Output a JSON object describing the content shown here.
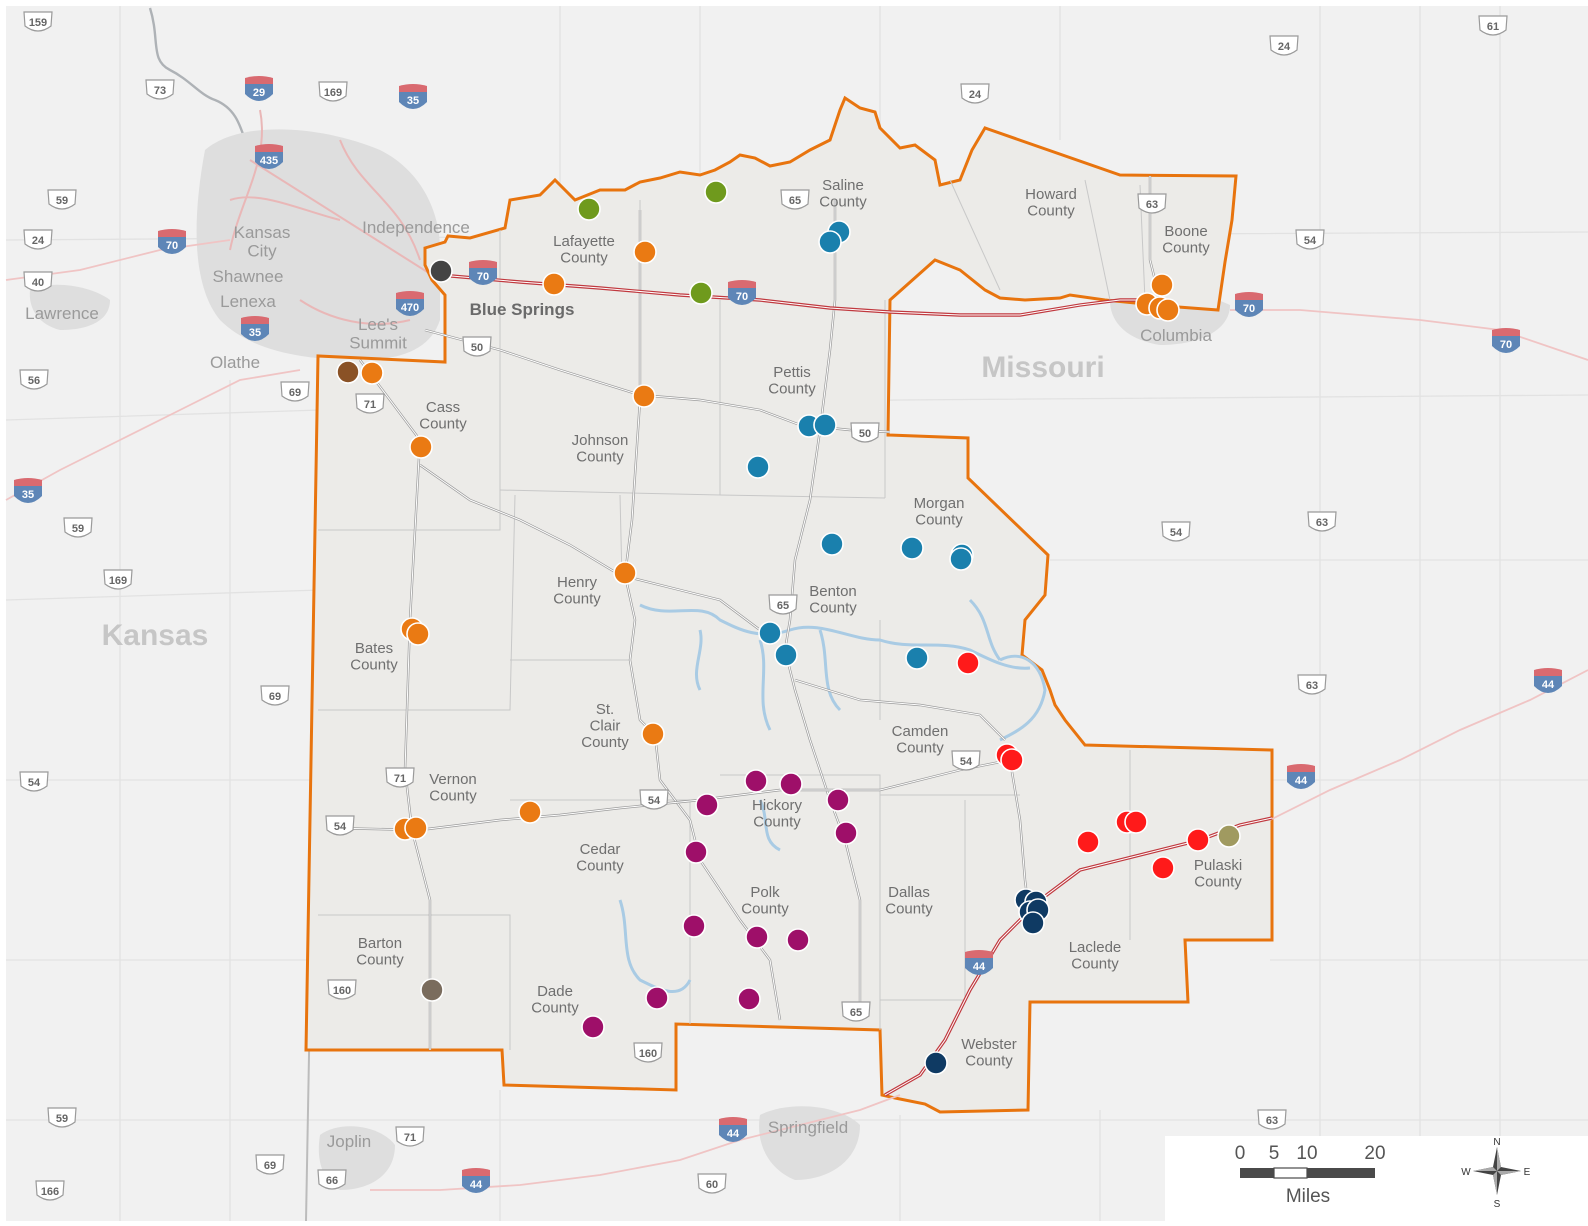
{
  "colors": {
    "background": "#f1f1f1",
    "region_fill": "#ececea",
    "region_outline": "#e8740e",
    "interstate": "#c0393f",
    "dot_orange": "#ea7a13",
    "dot_blue": "#1a80ad",
    "dot_navy": "#0f3a63",
    "dot_green": "#6f9a1d",
    "dot_purple": "#9e0f69",
    "dot_red": "#ff1a1a",
    "dot_darkgray": "#444444",
    "dot_brown": "#8a5226",
    "dot_taupe": "#7a6c5d",
    "dot_olive": "#a09a60"
  },
  "states": [
    "Kansas",
    "Missouri"
  ],
  "counties": [
    "Saline\nCounty",
    "Howard\nCounty",
    "Boone\nCounty",
    "Lafayette\nCounty",
    "Pettis\nCounty",
    "Cass\nCounty",
    "Johnson\nCounty",
    "Morgan\nCounty",
    "Henry\nCounty",
    "Benton\nCounty",
    "Bates\nCounty",
    "St.\nClair\nCounty",
    "Camden\nCounty",
    "Vernon\nCounty",
    "Hickory\nCounty",
    "Cedar\nCounty",
    "Pulaski\nCounty",
    "Polk\nCounty",
    "Dallas\nCounty",
    "Barton\nCounty",
    "Laclede\nCounty",
    "Dade\nCounty",
    "Webster\nCounty"
  ],
  "cities": {
    "blue_springs": "Blue Springs",
    "independence": "Independence",
    "kansas_city": "Kansas\nCity",
    "shawnee": "Shawnee",
    "lenexa": "Lenexa",
    "lees_summit": "Lee's\nSummit",
    "olathe": "Olathe",
    "lawrence": "Lawrence",
    "columbia": "Columbia",
    "joplin": "Joplin",
    "springfield": "Springfield"
  },
  "route_labels": {
    "us": [
      "159",
      "73",
      "169",
      "24",
      "59",
      "40",
      "56",
      "69",
      "59",
      "169",
      "54",
      "59",
      "69",
      "166",
      "66",
      "60",
      "71",
      "160",
      "65",
      "63",
      "54",
      "50",
      "54",
      "63",
      "61",
      "63",
      "24",
      "24",
      "69",
      "65",
      "50",
      "71",
      "54",
      "54",
      "71",
      "160",
      "65",
      "54",
      "63"
    ],
    "interstate": [
      "29",
      "35",
      "435",
      "70",
      "470",
      "35",
      "35",
      "70",
      "70",
      "70",
      "70",
      "44",
      "44",
      "44",
      "44"
    ]
  },
  "scale_bar": {
    "labels": [
      "0",
      "5",
      "10",
      "20"
    ],
    "unit": "Miles"
  },
  "compass": {
    "n": "N",
    "s": "S",
    "e": "E",
    "w": "W"
  }
}
